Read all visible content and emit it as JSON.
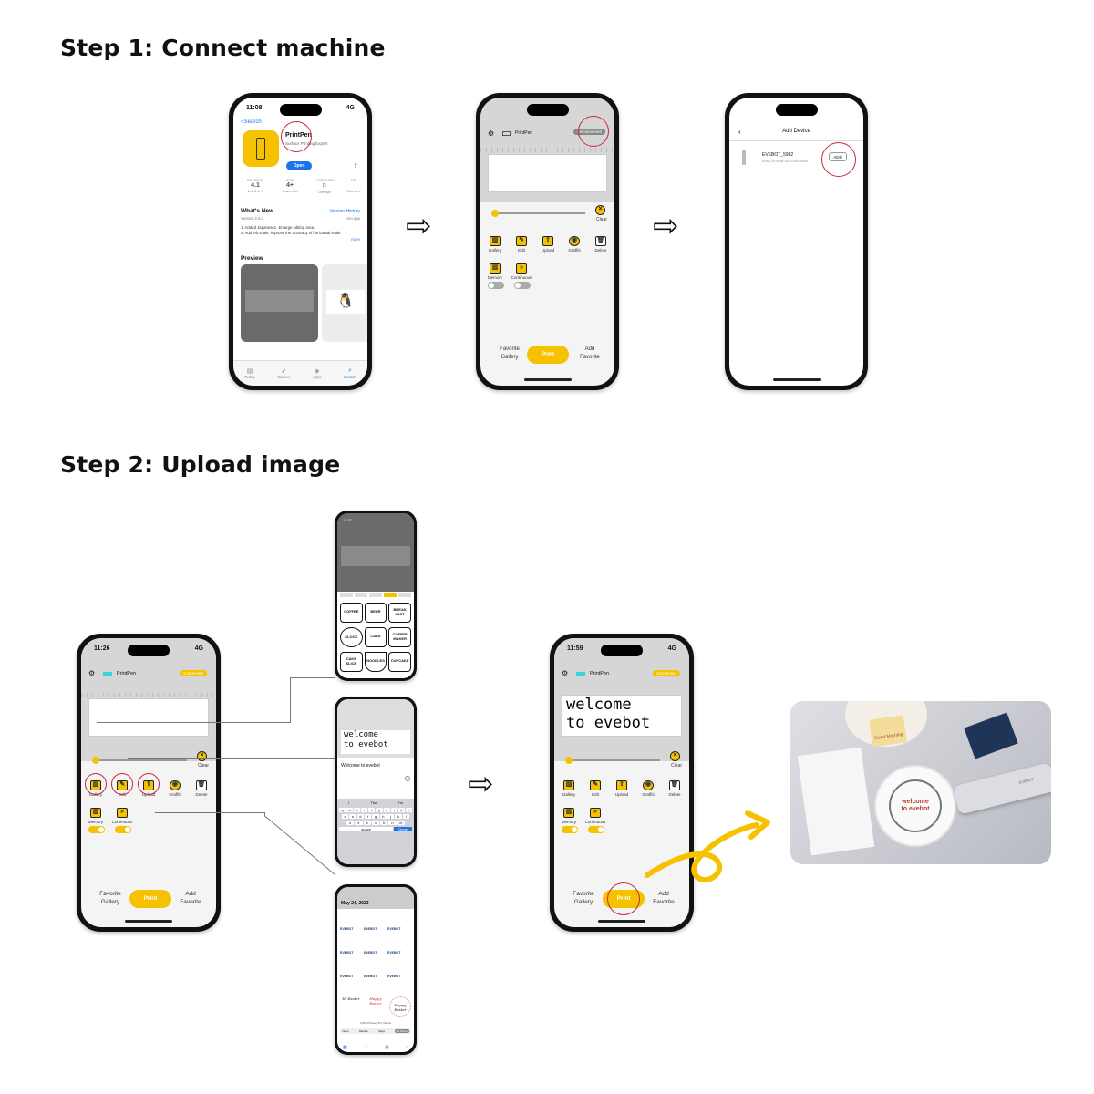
{
  "steps": {
    "step1_title": "Step 1: Connect machine",
    "step2_title": "Step 2: Upload image"
  },
  "appstore": {
    "time": "11:08",
    "signal": "4G",
    "back_label": "Search",
    "app_name": "PrintPen",
    "app_subtitle": "Surface Printing Expert",
    "open_label": "Open",
    "ratings_label": "RATINGS",
    "rating_value": "4.1",
    "age_label": "AGE",
    "age_value": "4+",
    "age_sub": "Years Old",
    "category_label": "CATEGORY",
    "category_value": "Lifestyle",
    "dev_label": "DE",
    "dev_value": "Shenzhe",
    "whats_new": "What's New",
    "version_history": "Version History",
    "version": "Version 2.6.2",
    "version_age": "1mo ago",
    "note1": "1. Added Japanese1. Enlarge editing area.",
    "note2": "2. Add left scale, improve the accuracy of horizontal scale.",
    "more": "more",
    "preview_label": "Preview",
    "tabs": [
      "Today",
      "Games",
      "Apps",
      "Search"
    ],
    "brand_color": "#f6c200"
  },
  "disconnected": {
    "brand": "PrintPen",
    "status": "Unconnected",
    "tools": [
      "Gallery",
      "Edit",
      "Upload",
      "Graffiti",
      "Delete"
    ],
    "toggles": [
      "Memory",
      "Continuous"
    ],
    "clear": "Clear",
    "favorite_gallery": [
      "Favorite",
      "Gallery"
    ],
    "print": "Print",
    "add_favorite": [
      "Add",
      "Favorite"
    ]
  },
  "add_device": {
    "title": "Add Device",
    "device_name": "EVEBOT_5982",
    "device_mac": "00:6C:2F:40:8F:43:-11:E5:48:B3",
    "add_label": "ADD"
  },
  "connected": {
    "time": "11:26",
    "time2": "11:59",
    "signal": "4G",
    "brand": "PrintPen",
    "status": "Connected",
    "tools": [
      "Gallery",
      "Edit",
      "Upload",
      "Graffiti",
      "Delete"
    ],
    "toggles": [
      "Memory",
      "Continuous"
    ],
    "clear": "Clear",
    "favorite_gallery": [
      "Favorite",
      "Gallery"
    ],
    "print": "Print",
    "add_favorite": [
      "Add",
      "Favorite"
    ],
    "canvas_text_line1": "welcome",
    "canvas_text_line2": "to evebot"
  },
  "gallery_screen": {
    "time": "11:27",
    "tabs": [
      "",
      "",
      "",
      "",
      ""
    ],
    "icons": [
      "COFFEE",
      "BEER",
      "BREAK FAST",
      "CLOCK",
      "CAKE",
      "COFFEE MAKER",
      "CAKE SLICE",
      "NOODLES",
      "CUPCAKE"
    ]
  },
  "edit_screen": {
    "text_line1": "welcome",
    "text_line2": "to evebot",
    "input_text": "Welcome to evebot",
    "suggestions": [
      "I",
      "The",
      "I'm"
    ],
    "keys_row1": [
      "q",
      "w",
      "e",
      "r",
      "t",
      "y",
      "u",
      "i",
      "o",
      "p"
    ],
    "keys_row2": [
      "a",
      "s",
      "d",
      "f",
      "g",
      "h",
      "j",
      "k",
      "l"
    ],
    "keys_row3": [
      "z",
      "x",
      "c",
      "v",
      "b",
      "n",
      "m"
    ],
    "space": "space",
    "done": "Done"
  },
  "photos_screen": {
    "date": "May 24, 2023",
    "logo_text": "EVEBOT",
    "easter1": "Hi Easter",
    "easter2": "Happy Easter",
    "easter3": "Happy Easter",
    "count": "4,090 Photos, 571 Videos",
    "filters": [
      "Years",
      "Months",
      "Days",
      "All Photos"
    ]
  },
  "photo": {
    "printed_line1": "welcome",
    "printed_line2": "to evebot",
    "cookie_text": "Good Morning",
    "device_brand": "EVEBOT"
  }
}
